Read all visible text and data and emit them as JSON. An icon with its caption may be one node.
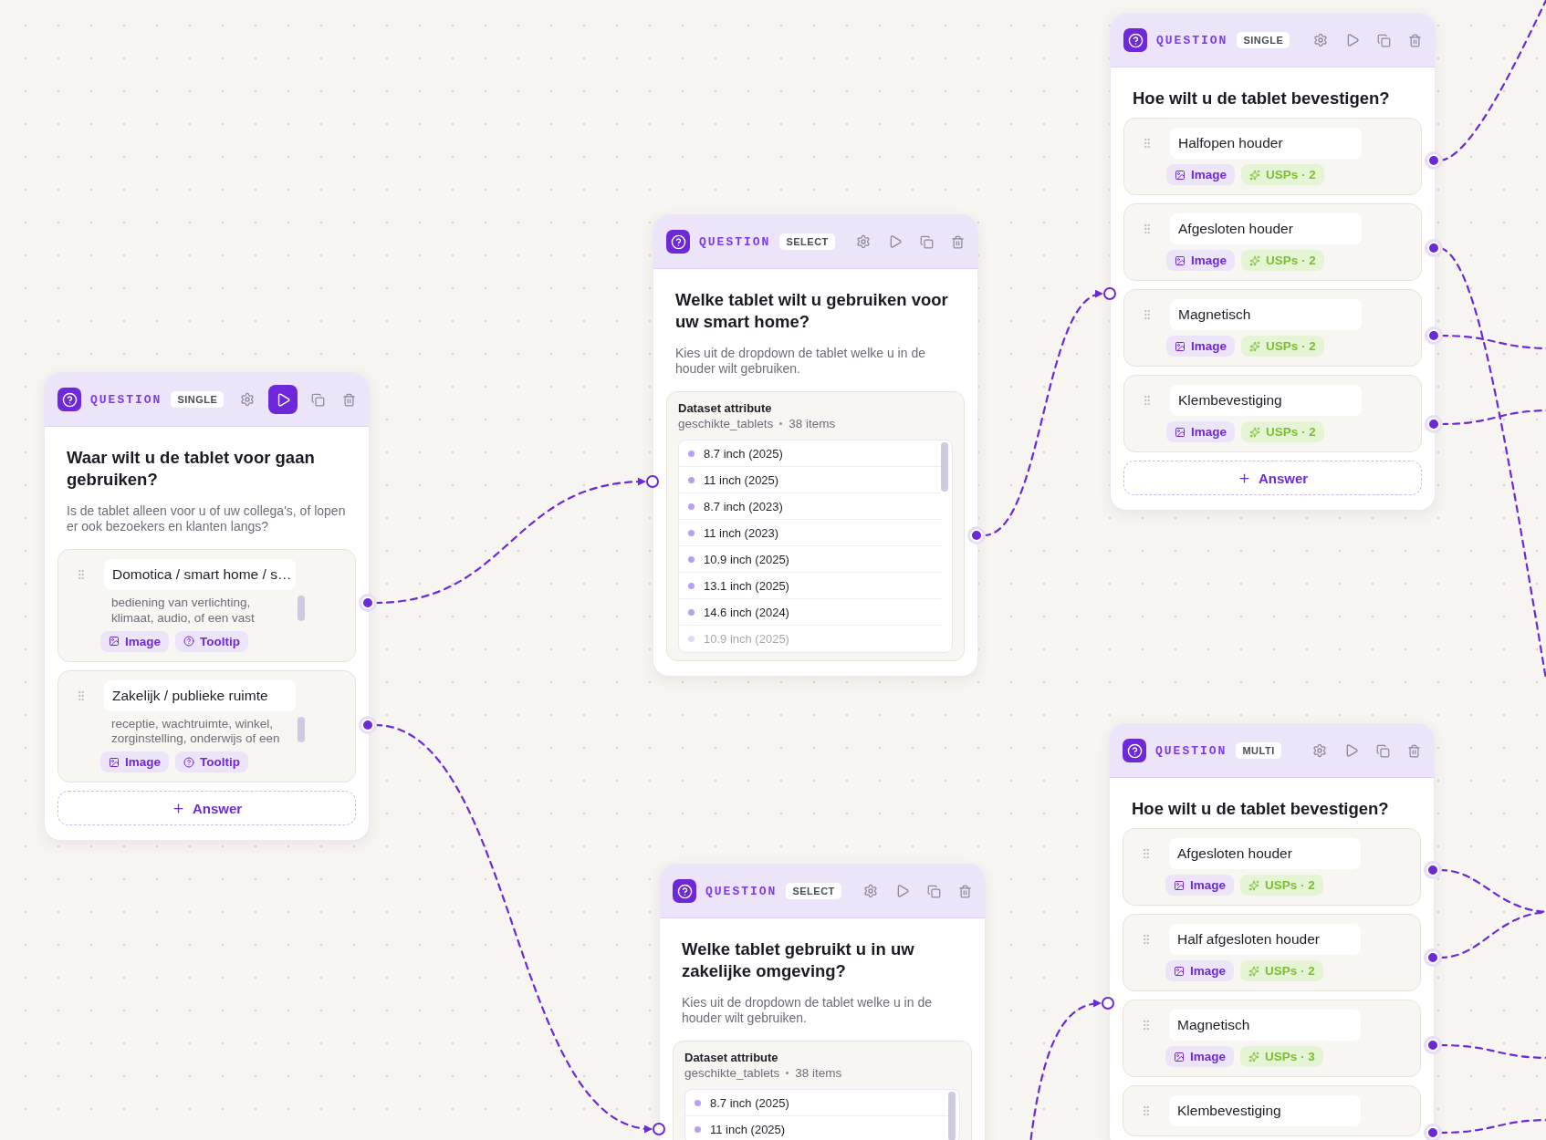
{
  "diagram": {
    "nodes": [
      {
        "text": [
          "QUESTION",
          "SINGLE",
          "Waar wilt u de tablet voor gaan gebruiken?",
          "Is de tablet alleen voor u of uw collega's, of lopen er ook bezoekers en klanten langs?"
        ]
      },
      {
        "text": [
          "Domotica / smart home / s…",
          "bediening van verlichting, klimaat, audio, of een vast",
          "Image",
          "Tooltip"
        ],
        "in": 0
      },
      {
        "text": [
          "Zakelijk / publieke ruimte",
          "receptie, wachtruimte, winkel, zorginstelling, onderwijs of een",
          "Image",
          "Tooltip"
        ],
        "in": 0
      },
      {
        "text": [
          "Answer"
        ],
        "in": 0
      },
      {
        "text": [],
        "shape": "circle"
      },
      {
        "text": [],
        "shape": "circle"
      },
      {
        "text": [
          "QUESTION",
          "SELECT",
          "Welke tablet wilt u gebruiken voor uw smart home?",
          "Kies uit de dropdown de tablet welke u in de houder wilt gebruiken."
        ]
      },
      {
        "text": [
          "Dataset attribute",
          "geschikte_tablets",
          "38 items"
        ],
        "in": 6
      },
      {
        "text": [
          "8.7 inch (2025)",
          "11 inch (2025)",
          "8.7 inch (2023)",
          "11 inch (2023)",
          "10.9 inch (2025)",
          "13.1 inch (2025)",
          "14.6 inch (2024)",
          "10.9 inch (2025)"
        ],
        "in": 7
      },
      {
        "text": [],
        "shape": "circle"
      },
      {
        "text": [],
        "shape": "circle"
      },
      {
        "text": [
          "QUESTION",
          "SELECT",
          "Welke tablet gebruikt u in uw zakelijke omgeving?",
          "Kies uit de dropdown de tablet welke u in de houder wilt gebruiken."
        ]
      },
      {
        "text": [
          "Dataset attribute",
          "geschikte_tablets",
          "38 items"
        ],
        "in": 11
      },
      {
        "text": [
          "8.7 inch (2025)",
          "11 inch (2025)"
        ],
        "in": 12
      },
      {
        "text": [],
        "shape": "circle"
      },
      {
        "text": [
          "QUESTION",
          "SINGLE",
          "Hoe wilt u de tablet bevestigen?"
        ]
      },
      {
        "text": [
          "Halfopen houder",
          "Image",
          "USPs · 2"
        ],
        "in": 15
      },
      {
        "text": [
          "Afgesloten houder",
          "Image",
          "USPs · 2"
        ],
        "in": 15
      },
      {
        "text": [
          "Magnetisch",
          "Image",
          "USPs · 2"
        ],
        "in": 15
      },
      {
        "text": [
          "Klembevestiging",
          "Image",
          "USPs · 2"
        ],
        "in": 15
      },
      {
        "text": [
          "Answer"
        ],
        "in": 15
      },
      {
        "text": [],
        "shape": "circle"
      },
      {
        "text": [],
        "shape": "circle"
      },
      {
        "text": [],
        "shape": "circle"
      },
      {
        "text": [],
        "shape": "circle"
      },
      {
        "text": [],
        "shape": "circle"
      },
      {
        "text": [
          "QUESTION",
          "MULTI",
          "Hoe wilt u de tablet bevestigen?"
        ]
      },
      {
        "text": [
          "Afgesloten houder",
          "Image",
          "USPs · 2"
        ],
        "in": 26
      },
      {
        "text": [
          "Half afgesloten houder",
          "Image",
          "USPs · 2"
        ],
        "in": 26
      },
      {
        "text": [
          "Magnetisch",
          "Image",
          "USPs · 3"
        ],
        "in": 26
      },
      {
        "text": [
          "Klembevestiging"
        ],
        "in": 26
      },
      {
        "text": [],
        "shape": "circle"
      },
      {
        "text": [],
        "shape": "circle"
      },
      {
        "text": [],
        "shape": "circle"
      },
      {
        "text": [],
        "shape": "circle"
      },
      {
        "text": [],
        "shape": "circle"
      }
    ],
    "edges": [
      {
        "from": 4,
        "to": 9,
        "arrow": "to"
      },
      {
        "from": 5,
        "to": 14,
        "arrow": "to"
      },
      {
        "from": 10,
        "to": 21,
        "arrow": "to"
      },
      {
        "from": null,
        "to": 31,
        "arrow": "to"
      },
      {
        "from": 22,
        "to": null,
        "arrow": "none"
      },
      {
        "from": 23,
        "to": null,
        "arrow": "none"
      },
      {
        "from": 24,
        "to": null,
        "arrow": "none"
      },
      {
        "from": 25,
        "to": null,
        "arrow": "none"
      },
      {
        "from": 32,
        "to": null,
        "arrow": "none"
      },
      {
        "from": 33,
        "to": null,
        "arrow": "none"
      },
      {
        "from": 34,
        "to": null,
        "arrow": "none"
      },
      {
        "from": 35,
        "to": null,
        "arrow": "none"
      }
    ]
  }
}
